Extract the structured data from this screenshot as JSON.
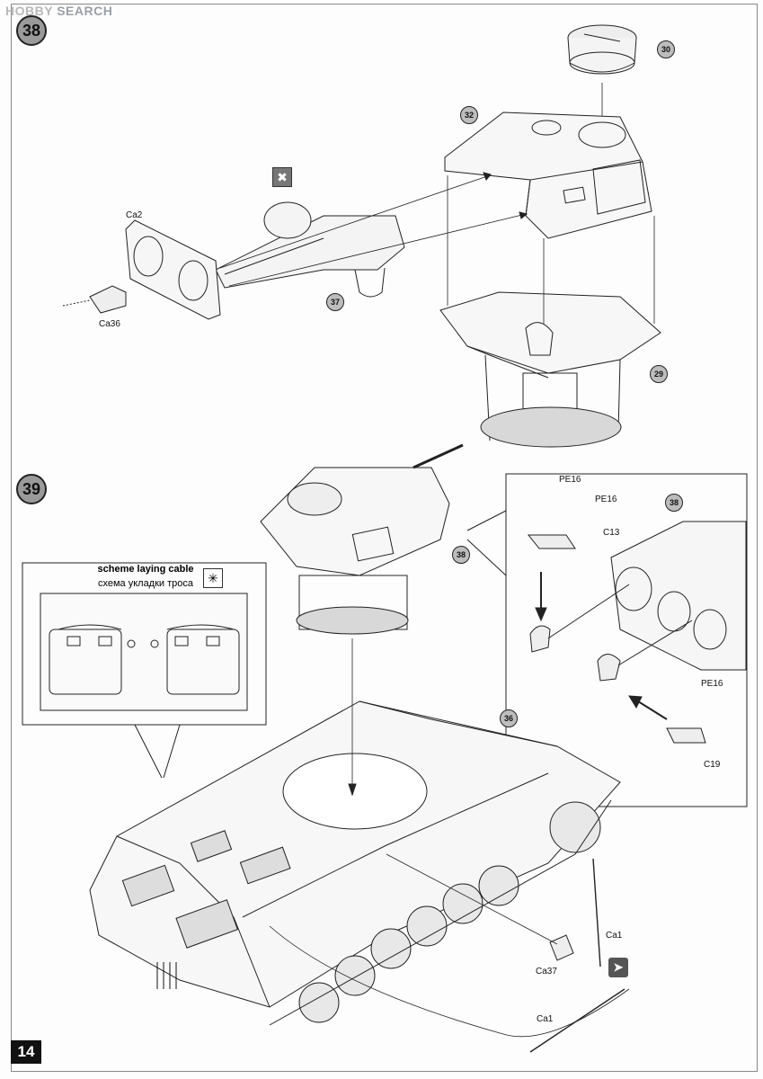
{
  "watermark": {
    "brand": "HOBBY",
    "suffix": "SEARCH"
  },
  "page_number": "14",
  "steps": {
    "step38": "38",
    "step39": "39"
  },
  "callouts": {
    "c30": "30",
    "c32": "32",
    "c37": "37",
    "c29": "29",
    "c38a": "38",
    "c38b": "38",
    "c36": "36"
  },
  "labels": {
    "ca2": "Ca2",
    "ca36": "Ca36",
    "pe16_a": "PE16",
    "pe16_b": "PE16",
    "c13": "C13",
    "pe16_c": "PE16",
    "c19": "C19",
    "ca1_a": "Ca1",
    "ca37": "Ca37",
    "ca1_b": "Ca1"
  },
  "scheme": {
    "title": "scheme laying cable",
    "subtitle": "схема укладки троса"
  },
  "icons": {
    "step38_tool": "crosshair-tool-icon",
    "scheme_tool": "asterisk-icon",
    "ca1_tool": "glue-icon"
  }
}
